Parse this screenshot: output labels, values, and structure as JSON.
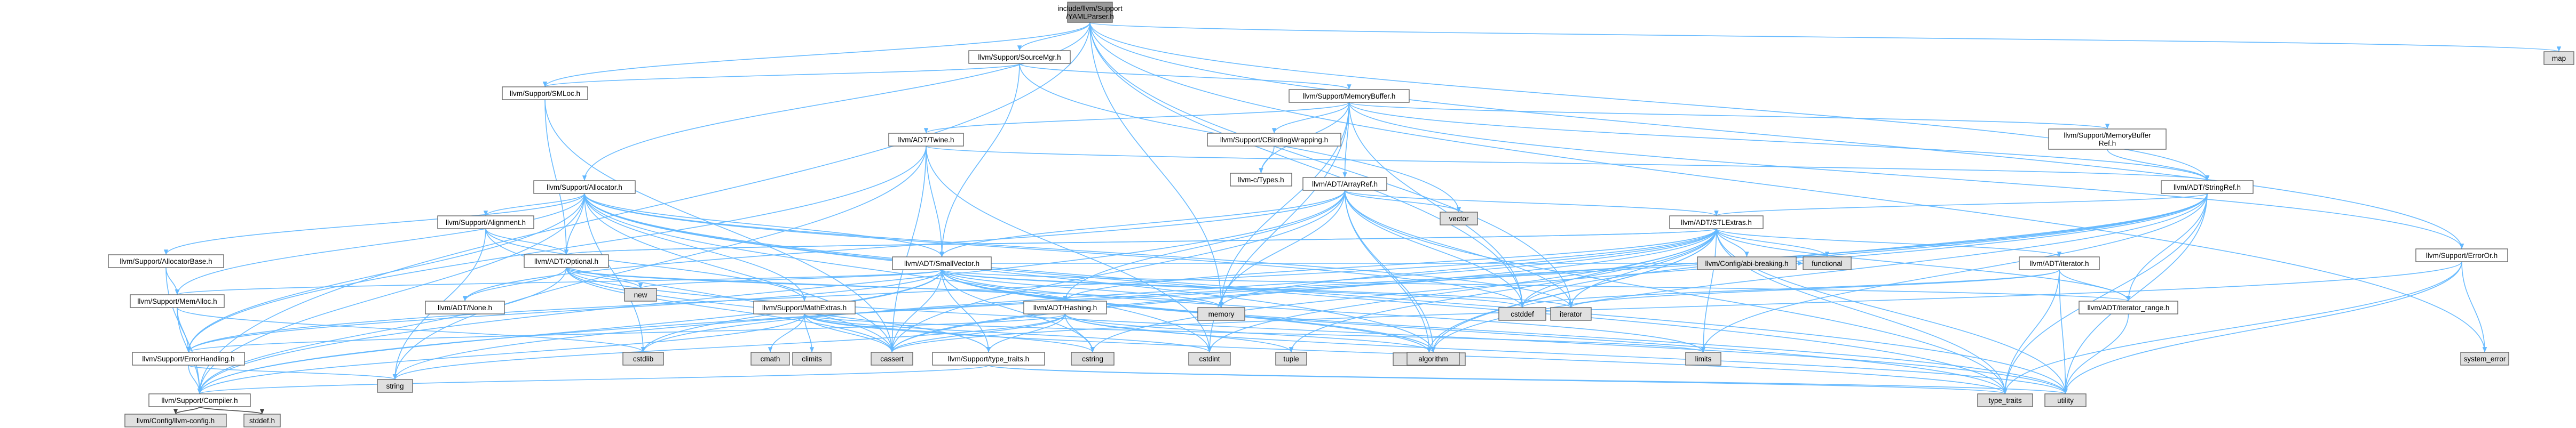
{
  "colors": {
    "root_fill": "#999999",
    "normal_fill": "#ffffff",
    "system_fill": "#e0e0e0",
    "missing_fill": "#ffffff",
    "missing_border": "#ff0000",
    "node_border": "#666666",
    "edge_blue": "#63b8ff",
    "edge_dark": "#404040",
    "text": "#000000"
  },
  "nodes": [
    {
      "id": "yaml",
      "lines": [
        "include/llvm/Support",
        "/YAMLParser.h"
      ],
      "kind": "root"
    },
    {
      "id": "smloc",
      "lines": [
        "llvm/Support/SMLoc.h"
      ],
      "kind": "normal"
    },
    {
      "id": "srcmgr",
      "lines": [
        "llvm/Support/SourceMgr.h"
      ],
      "kind": "normal"
    },
    {
      "id": "membuf",
      "lines": [
        "llvm/Support/MemoryBuffer.h"
      ],
      "kind": "normal"
    },
    {
      "id": "twine",
      "lines": [
        "llvm/ADT/Twine.h"
      ],
      "kind": "normal"
    },
    {
      "id": "cbind",
      "lines": [
        "llvm/Support/CBindingWrapping.h"
      ],
      "kind": "missing"
    },
    {
      "id": "types",
      "lines": [
        "llvm-c/Types.h"
      ],
      "kind": "missing"
    },
    {
      "id": "arrayref",
      "lines": [
        "llvm/ADT/ArrayRef.h"
      ],
      "kind": "missing"
    },
    {
      "id": "membufref",
      "lines": [
        "llvm/Support/MemoryBuffer",
        "Ref.h"
      ],
      "kind": "normal"
    },
    {
      "id": "stringref",
      "lines": [
        "llvm/ADT/StringRef.h"
      ],
      "kind": "normal"
    },
    {
      "id": "erroror",
      "lines": [
        "llvm/Support/ErrorOr.h"
      ],
      "kind": "missing"
    },
    {
      "id": "allocator",
      "lines": [
        "llvm/Support/Allocator.h"
      ],
      "kind": "normal"
    },
    {
      "id": "alignment",
      "lines": [
        "llvm/Support/Alignment.h"
      ],
      "kind": "normal"
    },
    {
      "id": "allocbase",
      "lines": [
        "llvm/Support/AllocatorBase.h"
      ],
      "kind": "normal"
    },
    {
      "id": "optional",
      "lines": [
        "llvm/ADT/Optional.h"
      ],
      "kind": "normal"
    },
    {
      "id": "smallvec",
      "lines": [
        "llvm/ADT/SmallVector.h"
      ],
      "kind": "normal"
    },
    {
      "id": "stlextras",
      "lines": [
        "llvm/ADT/STLExtras.h"
      ],
      "kind": "normal"
    },
    {
      "id": "memalloc",
      "lines": [
        "llvm/Support/MemAlloc.h"
      ],
      "kind": "normal"
    },
    {
      "id": "none",
      "lines": [
        "llvm/ADT/None.h"
      ],
      "kind": "normal"
    },
    {
      "id": "mathext",
      "lines": [
        "llvm/Support/MathExtras.h"
      ],
      "kind": "normal"
    },
    {
      "id": "hashing",
      "lines": [
        "llvm/ADT/Hashing.h"
      ],
      "kind": "missing"
    },
    {
      "id": "iterator",
      "lines": [
        "llvm/ADT/iterator.h"
      ],
      "kind": "normal"
    },
    {
      "id": "iterrange",
      "lines": [
        "llvm/ADT/iterator_range.h"
      ],
      "kind": "normal"
    },
    {
      "id": "errhandling",
      "lines": [
        "llvm/Support/ErrorHandling.h"
      ],
      "kind": "normal"
    },
    {
      "id": "typetraits",
      "lines": [
        "llvm/Support/type_traits.h"
      ],
      "kind": "normal"
    },
    {
      "id": "compiler",
      "lines": [
        "llvm/Support/Compiler.h"
      ],
      "kind": "normal"
    },
    {
      "id": "llvmconfig",
      "lines": [
        "llvm/Config/llvm-config.h"
      ],
      "kind": "system"
    },
    {
      "id": "stddef",
      "lines": [
        "stddef.h"
      ],
      "kind": "system"
    },
    {
      "id": "vector",
      "lines": [
        "vector"
      ],
      "kind": "system"
    },
    {
      "id": "map",
      "lines": [
        "map"
      ],
      "kind": "system"
    },
    {
      "id": "sysval",
      "lines": [
        "system_error"
      ],
      "kind": "system"
    },
    {
      "id": "new",
      "lines": [
        "new"
      ],
      "kind": "system"
    },
    {
      "id": "memory",
      "lines": [
        "memory"
      ],
      "kind": "system"
    },
    {
      "id": "initlist",
      "lines": [
        "initializer_list"
      ],
      "kind": "system"
    },
    {
      "id": "cstddef",
      "lines": [
        "cstddef"
      ],
      "kind": "system"
    },
    {
      "id": "iteratorstd",
      "lines": [
        "iterator"
      ],
      "kind": "system"
    },
    {
      "id": "abibreak",
      "lines": [
        "llvm/Config/abi-breaking.h"
      ],
      "kind": "system"
    },
    {
      "id": "functional",
      "lines": [
        "functional"
      ],
      "kind": "system"
    },
    {
      "id": "cstdint",
      "lines": [
        "cstdint"
      ],
      "kind": "system"
    },
    {
      "id": "cstring",
      "lines": [
        "cstring"
      ],
      "kind": "system"
    },
    {
      "id": "tuple",
      "lines": [
        "tuple"
      ],
      "kind": "system"
    },
    {
      "id": "algorithm",
      "lines": [
        "algorithm"
      ],
      "kind": "system"
    },
    {
      "id": "limits",
      "lines": [
        "limits"
      ],
      "kind": "system"
    },
    {
      "id": "cassert",
      "lines": [
        "cassert"
      ],
      "kind": "system"
    },
    {
      "id": "cmath",
      "lines": [
        "cmath"
      ],
      "kind": "system"
    },
    {
      "id": "climits",
      "lines": [
        "climits"
      ],
      "kind": "system"
    },
    {
      "id": "cstdlib",
      "lines": [
        "cstdlib"
      ],
      "kind": "system"
    },
    {
      "id": "string",
      "lines": [
        "string"
      ],
      "kind": "system"
    },
    {
      "id": "typetraitsstd",
      "lines": [
        "type_traits"
      ],
      "kind": "system"
    },
    {
      "id": "utility",
      "lines": [
        "utility"
      ],
      "kind": "system"
    }
  ],
  "edges": [
    {
      "from": "yaml",
      "to": "smloc"
    },
    {
      "from": "yaml",
      "to": "srcmgr"
    },
    {
      "from": "yaml",
      "to": "allocator"
    },
    {
      "from": "yaml",
      "to": "stringref"
    },
    {
      "from": "yaml",
      "to": "map"
    },
    {
      "from": "yaml",
      "to": "sysval"
    },
    {
      "from": "yaml",
      "to": "iteratorstd"
    },
    {
      "from": "yaml",
      "to": "memory"
    },
    {
      "from": "yaml",
      "to": "compiler"
    },
    {
      "from": "yaml",
      "to": "cstddef"
    },
    {
      "from": "yaml",
      "to": "erroror"
    },
    {
      "from": "srcmgr",
      "to": "smloc"
    },
    {
      "from": "srcmgr",
      "to": "membuf"
    },
    {
      "from": "srcmgr",
      "to": "smallvec"
    },
    {
      "from": "srcmgr",
      "to": "vector"
    },
    {
      "from": "smloc",
      "to": "optional"
    },
    {
      "from": "smloc",
      "to": "cassert"
    },
    {
      "from": "membuf",
      "to": "twine"
    },
    {
      "from": "membuf",
      "to": "cbind"
    },
    {
      "from": "membuf",
      "to": "types"
    },
    {
      "from": "membuf",
      "to": "arrayref"
    },
    {
      "from": "membuf",
      "to": "membufref"
    },
    {
      "from": "membuf",
      "to": "stringref"
    },
    {
      "from": "membuf",
      "to": "erroror"
    },
    {
      "from": "membuf",
      "to": "cstddef"
    },
    {
      "from": "membuf",
      "to": "cstdint"
    },
    {
      "from": "membuf",
      "to": "memory"
    },
    {
      "from": "cbind",
      "to": "types"
    },
    {
      "from": "membufref",
      "to": "stringref"
    },
    {
      "from": "twine",
      "to": "smallvec"
    },
    {
      "from": "twine",
      "to": "stringref"
    },
    {
      "from": "twine",
      "to": "errhandling"
    },
    {
      "from": "twine",
      "to": "cassert"
    },
    {
      "from": "twine",
      "to": "cstdint"
    },
    {
      "from": "twine",
      "to": "string"
    },
    {
      "from": "arrayref",
      "to": "hashing"
    },
    {
      "from": "arrayref",
      "to": "none"
    },
    {
      "from": "arrayref",
      "to": "smallvec"
    },
    {
      "from": "arrayref",
      "to": "stlextras"
    },
    {
      "from": "arrayref",
      "to": "compiler"
    },
    {
      "from": "arrayref",
      "to": "algorithm"
    },
    {
      "from": "arrayref",
      "to": "array_ctr",
      "skip": true
    },
    {
      "from": "arrayref",
      "to": "cassert"
    },
    {
      "from": "arrayref",
      "to": "cstddef"
    },
    {
      "from": "arrayref",
      "to": "initlist"
    },
    {
      "from": "arrayref",
      "to": "iteratorstd"
    },
    {
      "from": "arrayref",
      "to": "memory"
    },
    {
      "from": "arrayref",
      "to": "typetraitsstd"
    },
    {
      "from": "arrayref",
      "to": "vector"
    },
    {
      "from": "stringref",
      "to": "stlextras"
    },
    {
      "from": "stringref",
      "to": "iterrange"
    },
    {
      "from": "stringref",
      "to": "compiler"
    },
    {
      "from": "stringref",
      "to": "algorithm"
    },
    {
      "from": "stringref",
      "to": "cassert"
    },
    {
      "from": "stringref",
      "to": "cstddef"
    },
    {
      "from": "stringref",
      "to": "cstring"
    },
    {
      "from": "stringref",
      "to": "limits"
    },
    {
      "from": "stringref",
      "to": "string"
    },
    {
      "from": "stringref",
      "to": "typetraitsstd"
    },
    {
      "from": "stringref",
      "to": "utility"
    },
    {
      "from": "erroror",
      "to": "sysval"
    },
    {
      "from": "erroror",
      "to": "typetraitsstd"
    },
    {
      "from": "erroror",
      "to": "utility"
    },
    {
      "from": "erroror",
      "to": "cassert"
    },
    {
      "from": "allocator",
      "to": "optional"
    },
    {
      "from": "allocator",
      "to": "smallvec"
    },
    {
      "from": "allocator",
      "to": "alignment"
    },
    {
      "from": "allocator",
      "to": "allocbase"
    },
    {
      "from": "allocator",
      "to": "compiler"
    },
    {
      "from": "allocator",
      "to": "errhandling"
    },
    {
      "from": "allocator",
      "to": "mathext"
    },
    {
      "from": "allocator",
      "to": "memalloc"
    },
    {
      "from": "allocator",
      "to": "algorithm"
    },
    {
      "from": "allocator",
      "to": "cassert"
    },
    {
      "from": "allocator",
      "to": "cstddef"
    },
    {
      "from": "allocator",
      "to": "cstdint"
    },
    {
      "from": "allocator",
      "to": "cstdlib"
    },
    {
      "from": "allocator",
      "to": "iteratorstd"
    },
    {
      "from": "allocator",
      "to": "typetraitsstd"
    },
    {
      "from": "allocator",
      "to": "utility"
    },
    {
      "from": "alignment",
      "to": "optional"
    },
    {
      "from": "alignment",
      "to": "mathext"
    },
    {
      "from": "alignment",
      "to": "cassert"
    },
    {
      "from": "alignment",
      "to": "string"
    },
    {
      "from": "allocbase",
      "to": "compiler"
    },
    {
      "from": "allocbase",
      "to": "memalloc"
    },
    {
      "from": "optional",
      "to": "hashing"
    },
    {
      "from": "optional",
      "to": "none"
    },
    {
      "from": "optional",
      "to": "stlextras"
    },
    {
      "from": "optional",
      "to": "compiler"
    },
    {
      "from": "optional",
      "to": "typetraits"
    },
    {
      "from": "optional",
      "to": "cassert"
    },
    {
      "from": "optional",
      "to": "memory"
    },
    {
      "from": "optional",
      "to": "new"
    },
    {
      "from": "optional",
      "to": "utility"
    },
    {
      "from": "smallvec",
      "to": "iterrange"
    },
    {
      "from": "smallvec",
      "to": "compiler"
    },
    {
      "from": "smallvec",
      "to": "errhandling"
    },
    {
      "from": "smallvec",
      "to": "memalloc"
    },
    {
      "from": "smallvec",
      "to": "typetraits"
    },
    {
      "from": "smallvec",
      "to": "algorithm"
    },
    {
      "from": "smallvec",
      "to": "cassert"
    },
    {
      "from": "smallvec",
      "to": "cstddef"
    },
    {
      "from": "smallvec",
      "to": "cstdlib"
    },
    {
      "from": "smallvec",
      "to": "cstring"
    },
    {
      "from": "smallvec",
      "to": "functional"
    },
    {
      "from": "smallvec",
      "to": "initlist"
    },
    {
      "from": "smallvec",
      "to": "iteratorstd"
    },
    {
      "from": "smallvec",
      "to": "limits"
    },
    {
      "from": "smallvec",
      "to": "memory"
    },
    {
      "from": "smallvec",
      "to": "new"
    },
    {
      "from": "smallvec",
      "to": "typetraitsstd"
    },
    {
      "from": "smallvec",
      "to": "utility"
    },
    {
      "from": "stlextras",
      "to": "hashing"
    },
    {
      "from": "stlextras",
      "to": "optional"
    },
    {
      "from": "stlextras",
      "to": "iterator"
    },
    {
      "from": "stlextras",
      "to": "iterrange"
    },
    {
      "from": "stlextras",
      "to": "errhandling"
    },
    {
      "from": "stlextras",
      "to": "abibreak"
    },
    {
      "from": "stlextras",
      "to": "algorithm"
    },
    {
      "from": "stlextras",
      "to": "cassert"
    },
    {
      "from": "stlextras",
      "to": "cstddef"
    },
    {
      "from": "stlextras",
      "to": "cstdint"
    },
    {
      "from": "stlextras",
      "to": "cstdlib"
    },
    {
      "from": "stlextras",
      "to": "functional"
    },
    {
      "from": "stlextras",
      "to": "initlist"
    },
    {
      "from": "stlextras",
      "to": "iteratorstd"
    },
    {
      "from": "stlextras",
      "to": "limits"
    },
    {
      "from": "stlextras",
      "to": "memory"
    },
    {
      "from": "stlextras",
      "to": "tuple"
    },
    {
      "from": "stlextras",
      "to": "typetraitsstd"
    },
    {
      "from": "stlextras",
      "to": "utility"
    },
    {
      "from": "memalloc",
      "to": "compiler"
    },
    {
      "from": "memalloc",
      "to": "errhandling"
    },
    {
      "from": "memalloc",
      "to": "cstdlib"
    },
    {
      "from": "mathext",
      "to": "compiler"
    },
    {
      "from": "mathext",
      "to": "cassert"
    },
    {
      "from": "mathext",
      "to": "climits"
    },
    {
      "from": "mathext",
      "to": "cmath"
    },
    {
      "from": "mathext",
      "to": "cstdint"
    },
    {
      "from": "mathext",
      "to": "cstring"
    },
    {
      "from": "mathext",
      "to": "limits"
    },
    {
      "from": "mathext",
      "to": "typetraitsstd"
    },
    {
      "from": "hashing",
      "to": "errhandling"
    },
    {
      "from": "hashing",
      "to": "typetraits"
    },
    {
      "from": "hashing",
      "to": "algorithm"
    },
    {
      "from": "hashing",
      "to": "cassert"
    },
    {
      "from": "hashing",
      "to": "cstring"
    },
    {
      "from": "hashing",
      "to": "string"
    },
    {
      "from": "hashing",
      "to": "tuple"
    },
    {
      "from": "hashing",
      "to": "utility"
    },
    {
      "from": "iterator",
      "to": "iterrange"
    },
    {
      "from": "iterator",
      "to": "cstddef"
    },
    {
      "from": "iterator",
      "to": "iteratorstd"
    },
    {
      "from": "iterator",
      "to": "typetraitsstd"
    },
    {
      "from": "iterator",
      "to": "utility"
    },
    {
      "from": "iterrange",
      "to": "utility"
    },
    {
      "from": "errhandling",
      "to": "compiler"
    },
    {
      "from": "errhandling",
      "to": "string"
    },
    {
      "from": "typetraits",
      "to": "compiler"
    },
    {
      "from": "typetraits",
      "to": "typetraitsstd"
    },
    {
      "from": "typetraits",
      "to": "utility"
    },
    {
      "from": "compiler",
      "to": "llvmconfig"
    },
    {
      "from": "compiler",
      "to": "stddef"
    }
  ]
}
